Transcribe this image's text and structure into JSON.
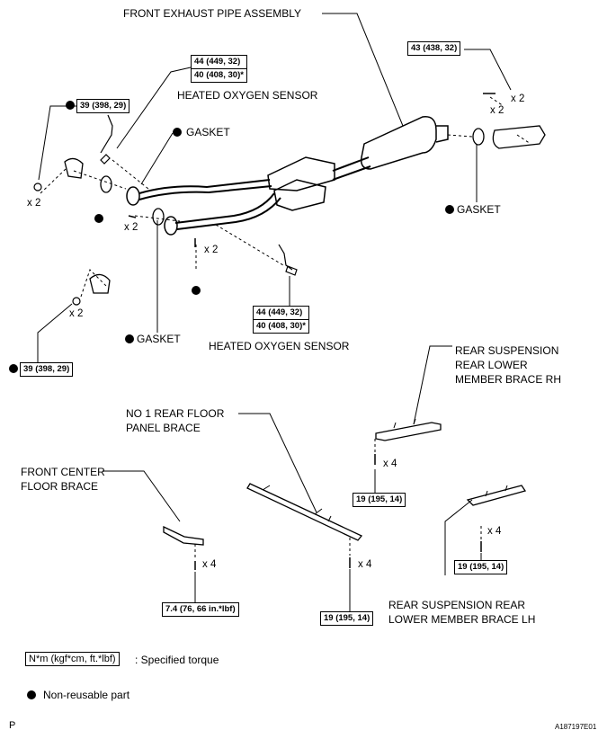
{
  "labels": {
    "front_exhaust": "FRONT EXHAUST PIPE ASSEMBLY",
    "heated_o2_top": "HEATED OXYGEN SENSOR",
    "heated_o2_bottom": "HEATED OXYGEN SENSOR",
    "gasket_top": "GASKET",
    "gasket_right": "GASKET",
    "gasket_bottom": "GASKET",
    "rear_rh_1": "REAR SUSPENSION",
    "rear_rh_2": "REAR LOWER",
    "rear_rh_3": "MEMBER BRACE RH",
    "no1_1": "NO 1 REAR FLOOR",
    "no1_2": "PANEL BRACE",
    "front_center_1": "FRONT CENTER",
    "front_center_2": "FLOOR BRACE",
    "rear_lh_1": "REAR SUSPENSION REAR",
    "rear_lh_2": "LOWER MEMBER BRACE LH"
  },
  "torques": {
    "o2_top_a": "44 (449, 32)",
    "o2_top_b": "40 (408, 30)*",
    "o2_bot_a": "44 (449, 32)",
    "o2_bot_b": "40 (408, 30)*",
    "right_flange": "43 (438, 32)",
    "left_top": "39 (398, 29)",
    "left_bottom": "39 (398, 29)",
    "rear_rh": "19 (195, 14)",
    "rear_lh": "19 (195, 14)",
    "no1": "19 (195, 14)",
    "front_center": "7.4 (76, 66 in.*lbf)"
  },
  "multipliers": {
    "x2_right": "x 2",
    "x2_left_top": "x 2",
    "x2_mid": "x 2",
    "x2_center": "x 2",
    "x2_left_bottom": "x 2",
    "x4_rh": "x 4",
    "x4_lh": "x 4",
    "x4_no1": "x 4",
    "x4_fc": "x 4"
  },
  "legend": {
    "torque_unit": "N*m (kgf*cm, ft.*lbf)",
    "torque_text": ": Specified torque",
    "nonreusable": "Non-reusable part"
  },
  "footer": {
    "left_code": "P",
    "right_code": "A187197E01"
  }
}
